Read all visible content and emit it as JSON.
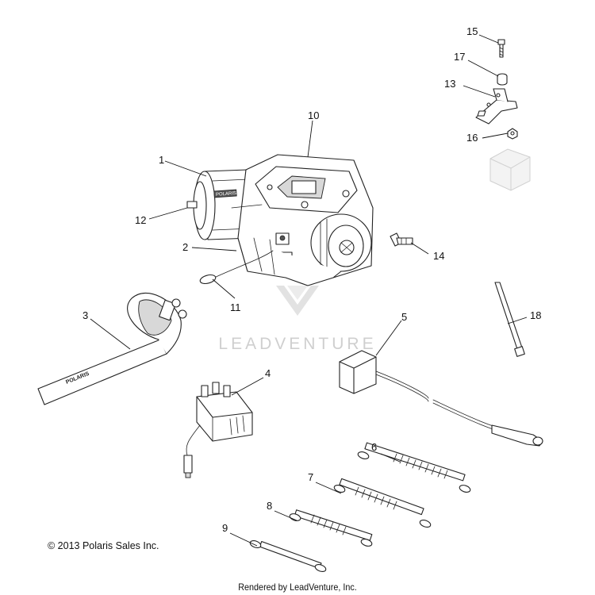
{
  "diagram": {
    "callouts": [
      "1",
      "2",
      "3",
      "4",
      "5",
      "6",
      "7",
      "8",
      "9",
      "10",
      "11",
      "12",
      "13",
      "14",
      "15",
      "16",
      "17",
      "18"
    ],
    "watermark": "LEADVENTURE",
    "strap_brand": "POLARIS",
    "winch_brand": "POLARIS"
  },
  "footer": {
    "copyright": "© 2013 Polaris Sales Inc.",
    "rendered_by": "Rendered by LeadVenture, Inc."
  }
}
